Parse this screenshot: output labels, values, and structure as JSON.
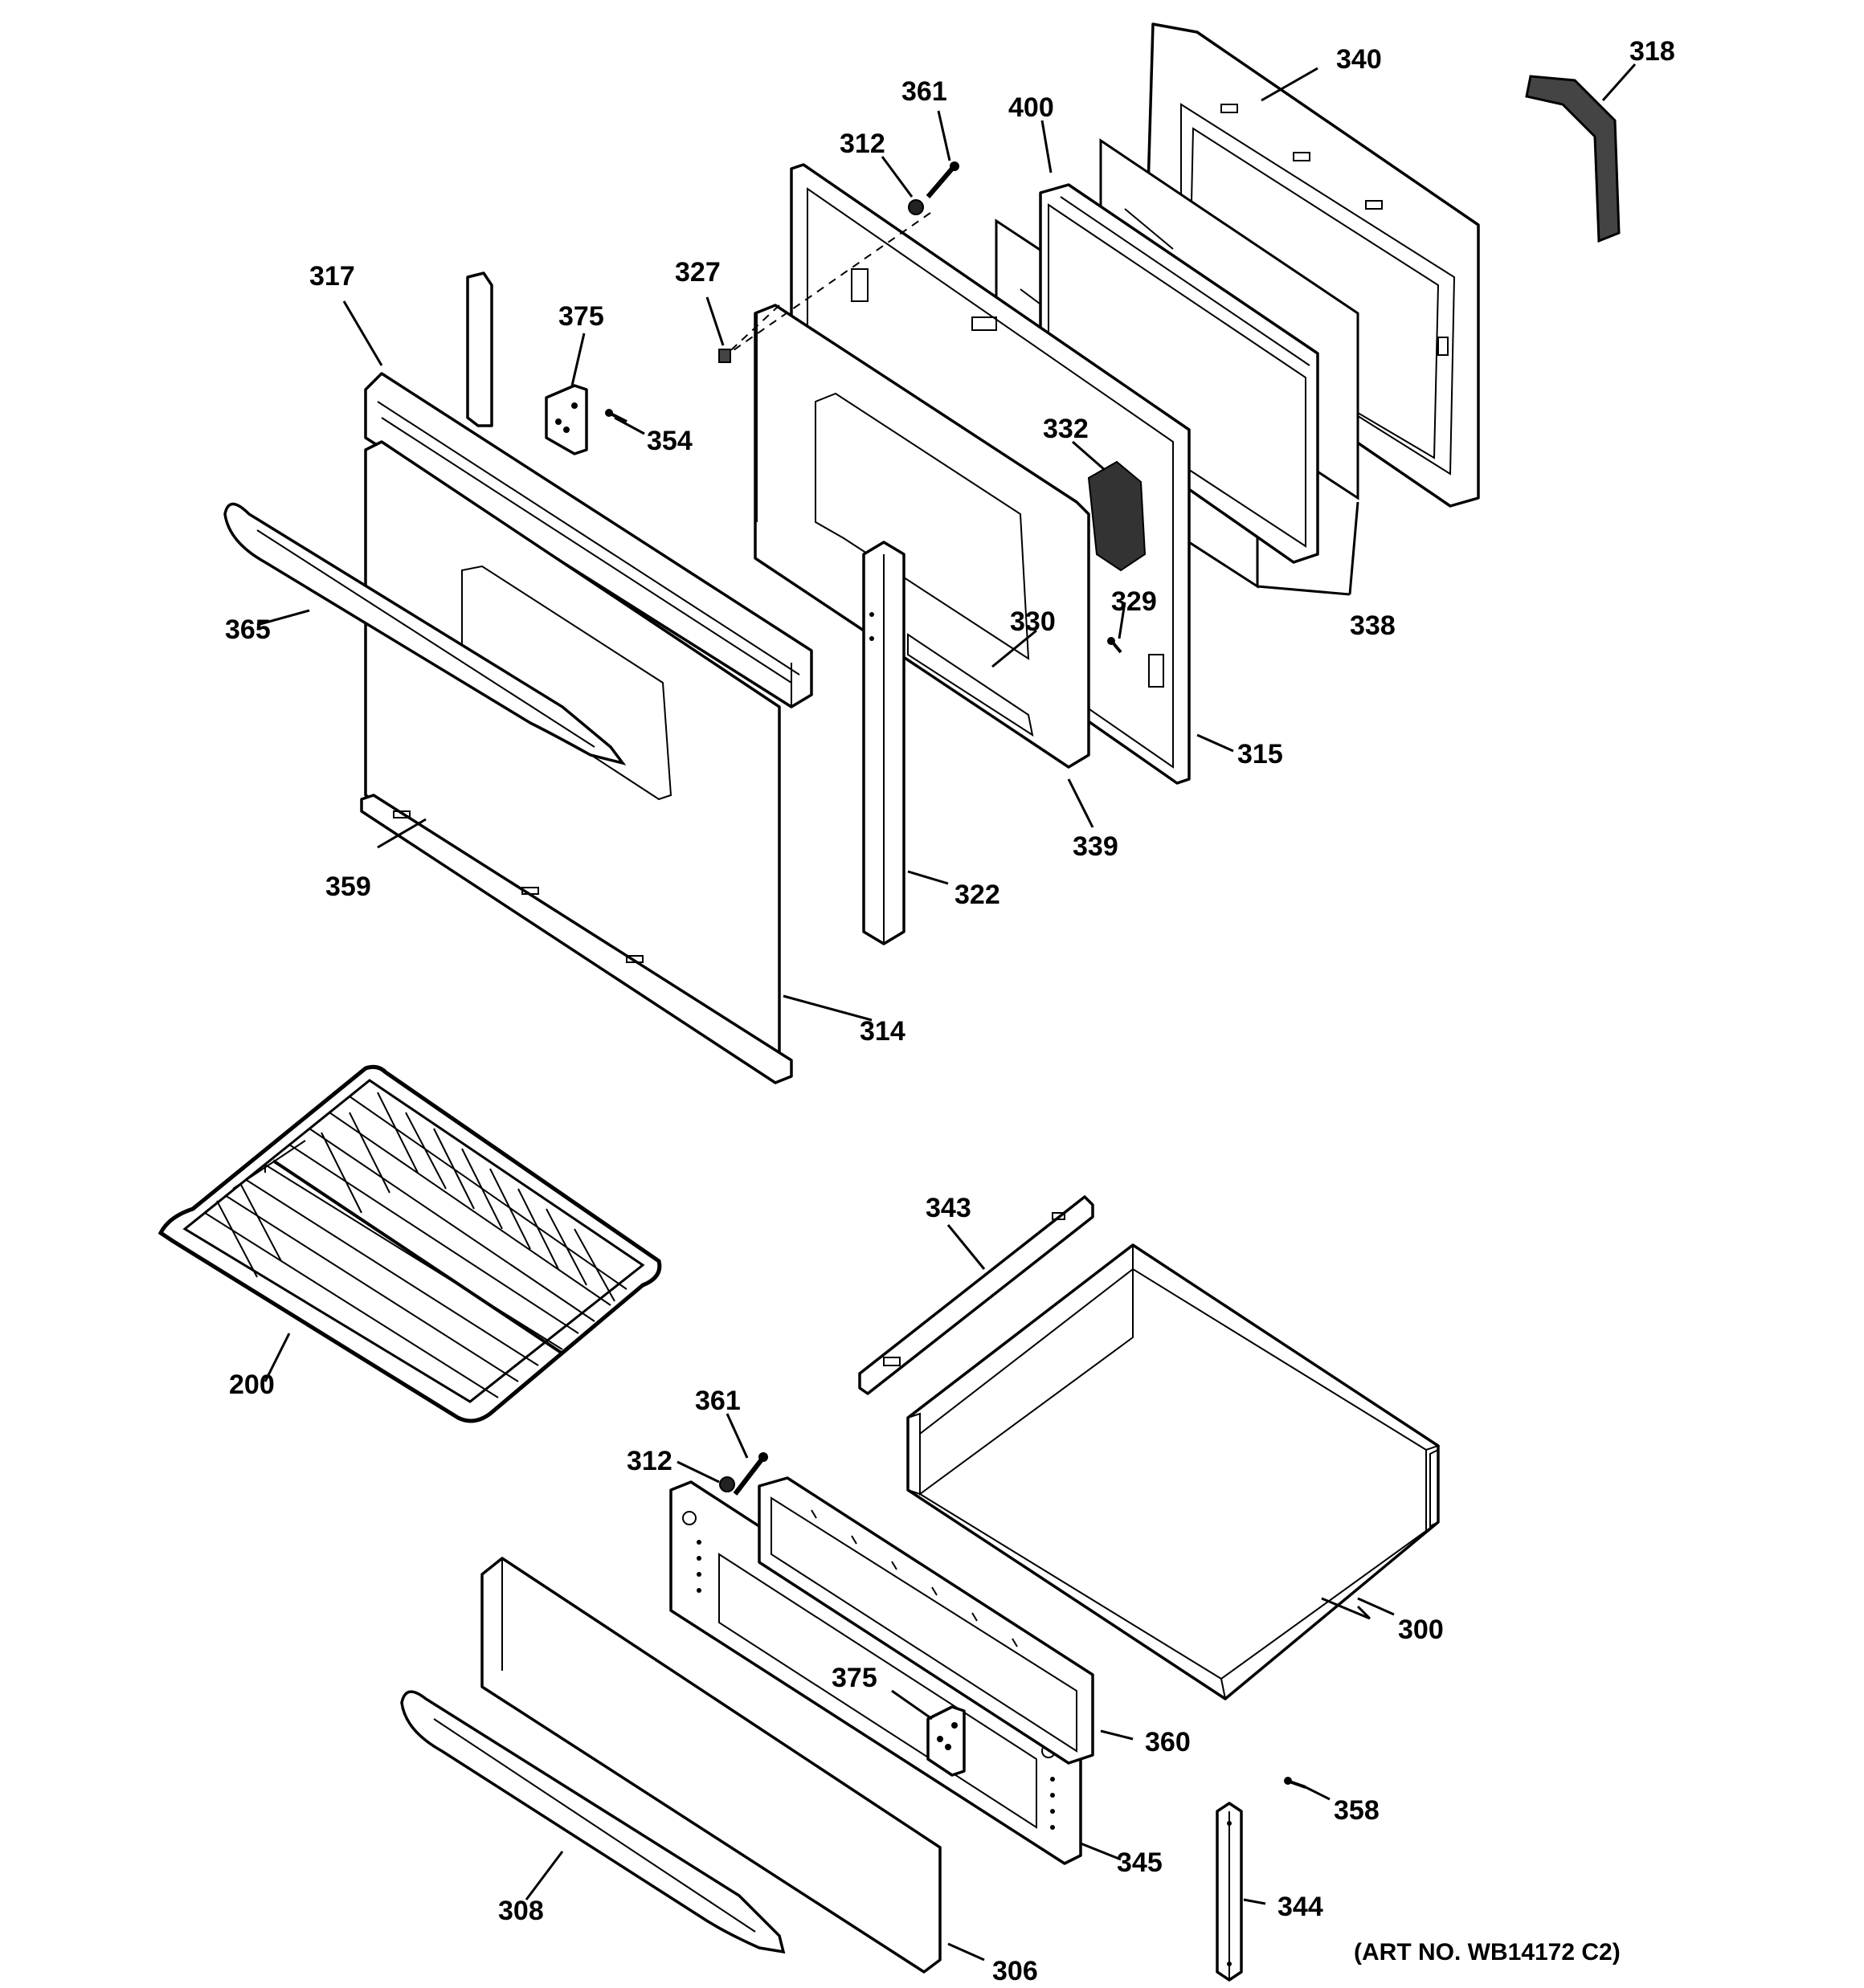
{
  "art_number": "(ART NO. WB14172 C2)",
  "callouts": {
    "c200": "200",
    "c300": "300",
    "c306": "306",
    "c308": "308",
    "c312a": "312",
    "c312b": "312",
    "c314": "314",
    "c315": "315",
    "c317": "317",
    "c318": "318",
    "c322": "322",
    "c327": "327",
    "c329": "329",
    "c330": "330",
    "c332": "332",
    "c338": "338",
    "c339": "339",
    "c340": "340",
    "c343": "343",
    "c344": "344",
    "c345": "345",
    "c354": "354",
    "c358": "358",
    "c359": "359",
    "c360": "360",
    "c361a": "361",
    "c361b": "361",
    "c365": "365",
    "c375a": "375",
    "c375b": "375",
    "c400": "400"
  }
}
